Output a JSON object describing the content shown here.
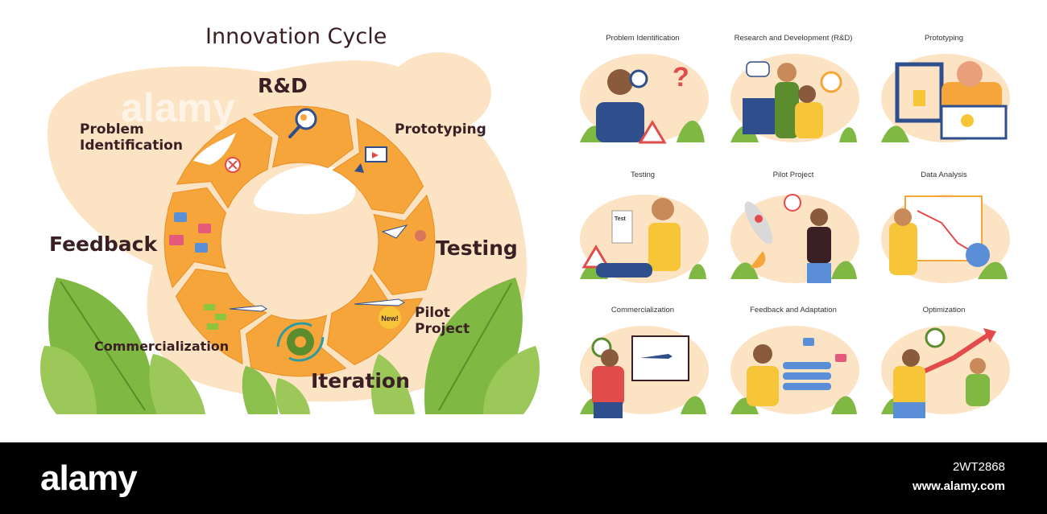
{
  "diagram": {
    "title": "Innovation Cycle",
    "stages": {
      "rd": "R&D",
      "prototyping": "Prototyping",
      "testing": "Testing",
      "pilot_line1": "Pilot",
      "pilot_line2": "Project",
      "iteration": "Iteration",
      "commercialization": "Commercialization",
      "feedback": "Feedback",
      "problem_line1": "Problem",
      "problem_line2": "Identification"
    },
    "new_badge": "New!",
    "colors": {
      "arrow": "#f6a53a",
      "arrow_edge": "#e98e23",
      "blob": "#fbe3c4",
      "leaf": "#7fb843",
      "text": "#3a1f25"
    }
  },
  "panels": [
    {
      "title": "Problem Identification"
    },
    {
      "title": "Research and Development (R&D)"
    },
    {
      "title": "Prototyping"
    },
    {
      "title": "Testing"
    },
    {
      "title": "Pilot Project"
    },
    {
      "title": "Data Analysis"
    },
    {
      "title": "Commercialization"
    },
    {
      "title": "Feedback and Adaptation"
    },
    {
      "title": "Optimization"
    }
  ],
  "card_texts": {
    "test_note": "Test"
  },
  "watermark": {
    "text": "alamy"
  },
  "footer": {
    "logo": "alamy",
    "image_id": "2WT2868",
    "url": "www.alamy.com"
  }
}
